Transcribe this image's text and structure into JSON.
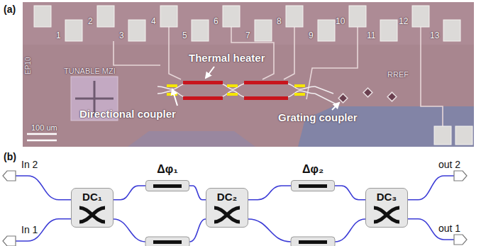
{
  "diagram": {
    "nodes": [
      {
        "text": [
          "In 2"
        ]
      },
      {
        "text": [
          "In 1"
        ]
      },
      {
        "text": [
          "DC₁"
        ]
      },
      {
        "text": [
          "Δφ₁"
        ]
      },
      {
        "text": [
          "DC₂"
        ]
      },
      {
        "text": [
          "Δφ₂"
        ]
      },
      {
        "text": [
          "DC₃"
        ]
      },
      {
        "text": [
          "out 2"
        ]
      },
      {
        "text": [
          "out 1"
        ]
      }
    ],
    "edges": [
      {
        "from": 0,
        "to": 2,
        "arrow": "none"
      },
      {
        "from": 1,
        "to": 2,
        "arrow": "none"
      },
      {
        "from": 2,
        "to": 3,
        "arrow": "none"
      },
      {
        "from": 3,
        "to": 4,
        "arrow": "none"
      },
      {
        "from": 4,
        "to": 5,
        "arrow": "none"
      },
      {
        "from": 5,
        "to": 6,
        "arrow": "none"
      },
      {
        "from": 6,
        "to": 7,
        "arrow": "none"
      },
      {
        "from": 6,
        "to": 8,
        "arrow": "none"
      }
    ],
    "labels": [
      "(a)",
      "1",
      "2",
      "3",
      "4",
      "5",
      "6",
      "7",
      "8",
      "9",
      "10",
      "11",
      "12",
      "13",
      "TUNABLE MZI",
      "EP10",
      "100 um",
      "RREF",
      "Thermal heater",
      "Directional coupler",
      "Grating coupler",
      "(b)"
    ]
  }
}
